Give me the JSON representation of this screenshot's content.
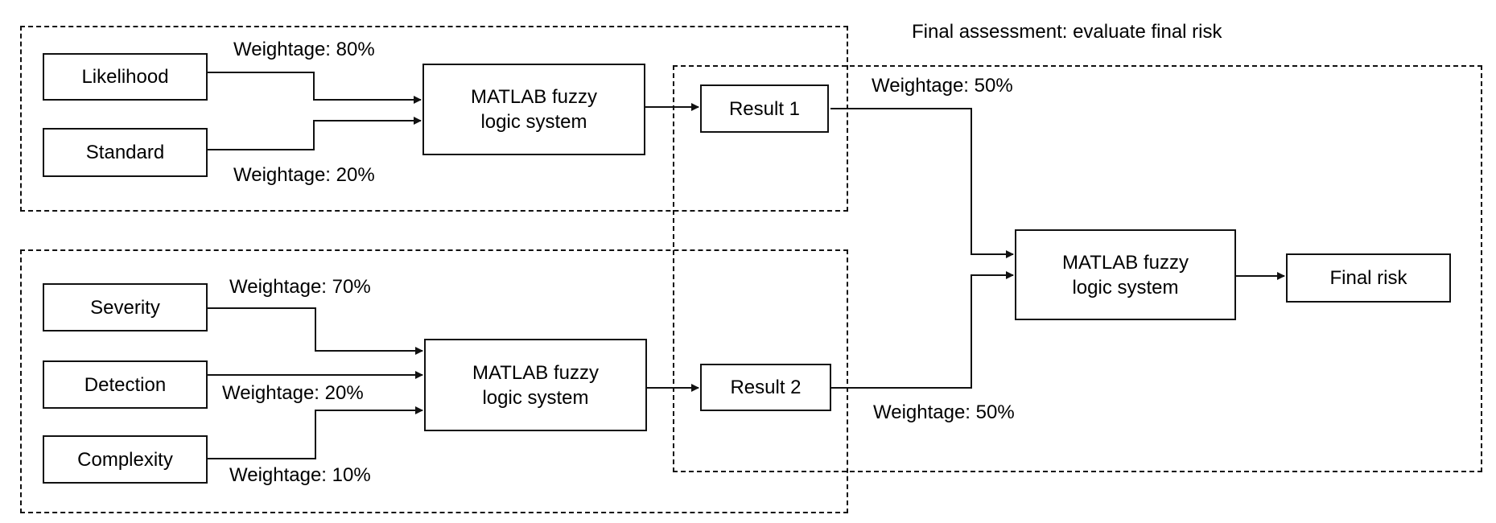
{
  "title": "Final assessment: evaluate final risk",
  "groups": {
    "group_1": {
      "inputs": [
        "Likelihood",
        "Standard"
      ],
      "weights": [
        "Weightage: 80%",
        "Weightage: 20%"
      ],
      "system": "MATLAB fuzzy logic system",
      "output": "Result 1"
    },
    "group_2": {
      "inputs": [
        "Severity",
        "Detection",
        "Complexity"
      ],
      "weights": [
        "Weightage: 70%",
        "Weightage: 20%",
        "Weightage: 10%"
      ],
      "system": "MATLAB fuzzy logic system",
      "output": "Result 2"
    },
    "final": {
      "weights": [
        "Weightage: 50%",
        "Weightage: 50%"
      ],
      "system": "MATLAB fuzzy logic system",
      "output": "Final risk"
    }
  },
  "nodes": {
    "likelihood": "Likelihood",
    "standard": "Standard",
    "severity": "Severity",
    "detection": "Detection",
    "complexity": "Complexity",
    "fuzzy_1": "MATLAB fuzzy logic system",
    "fuzzy_2": "MATLAB fuzzy logic system",
    "fuzzy_final": "MATLAB fuzzy logic system",
    "result_1": "Result 1",
    "result_2": "Result 2",
    "final_risk": "Final risk"
  },
  "labels": {
    "w_likelihood": "Weightage: 80%",
    "w_standard": "Weightage: 20%",
    "w_severity": "Weightage: 70%",
    "w_detection": "Weightage: 20%",
    "w_complexity": "Weightage: 10%",
    "w_result_1": "Weightage: 50%",
    "w_result_2": "Weightage: 50%"
  },
  "colors": {
    "stroke": "#111111",
    "background": "#ffffff"
  }
}
